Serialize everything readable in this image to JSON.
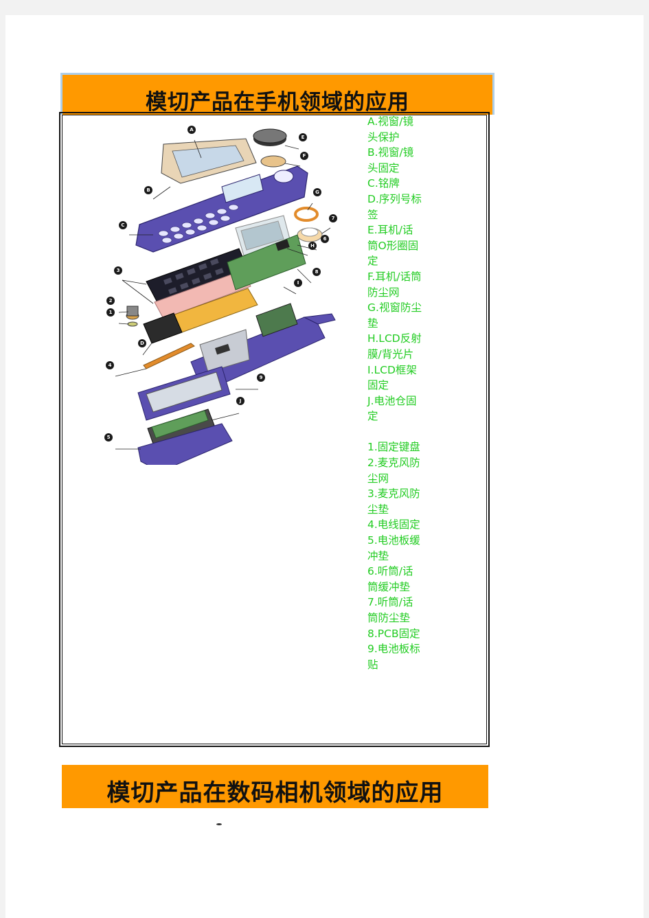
{
  "section1": {
    "title": "模切产品在手机领域的应用",
    "legend_letters": [
      "A.视窗/镜头保护",
      "B.视窗/镜头固定",
      "C.铭牌",
      "D.序列号标签",
      "E.耳机/话筒O形圈固定",
      "F.耳机/话筒防尘网",
      "G.视窗防尘垫",
      "H.LCD反射膜/背光片",
      "I.LCD框架固定",
      "J.电池仓固定"
    ],
    "legend_numbers": [
      "1.固定键盘",
      "2.麦克风防尘网",
      "3.麦克风防尘垫",
      "4.电线固定",
      "5.电池板缓冲垫",
      "6.听筒/话筒缓冲垫",
      "7.听筒/话筒防尘垫",
      "8.PCB固定",
      "9.电池板标贴"
    ],
    "callouts": [
      "A",
      "E",
      "F",
      "B",
      "G",
      "C",
      "7",
      "H",
      "6",
      "3",
      "8",
      "I",
      "2",
      "1",
      "D",
      "4",
      "9",
      "J",
      "5"
    ]
  },
  "section2": {
    "title": "模切产品在数码相机领域的应用"
  },
  "colors": {
    "banner": "#ff9900",
    "legend_text": "#22cc22",
    "phone_body": "#5a4fb0"
  }
}
